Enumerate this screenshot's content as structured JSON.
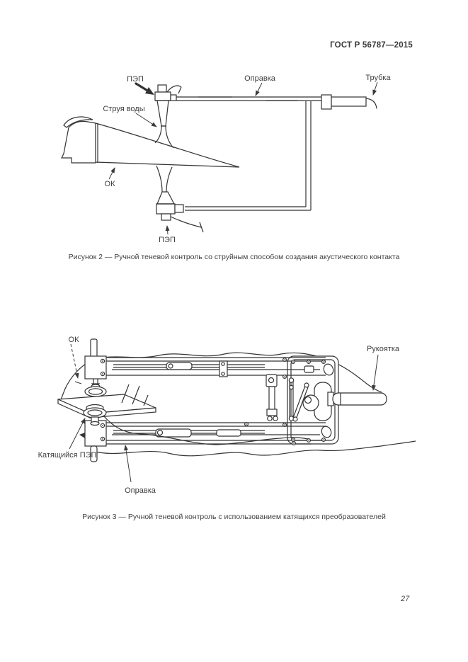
{
  "document": {
    "header": "ГОСТ Р 56787—2015",
    "page_number": "27"
  },
  "figure2": {
    "caption": "Рисунок 2 — Ручной теневой контроль со струйным способом создания акустического контакта",
    "labels": {
      "pep_top": "ПЭП",
      "water_jet": "Струя воды",
      "mandrel": "Оправка",
      "tube": "Трубка",
      "test_object": "ОК",
      "pep_bottom": "ПЭП"
    }
  },
  "figure3": {
    "caption": "Рисунок 3 — Ручной теневой контроль с использованием катящихся преобразователей",
    "labels": {
      "test_object": "ОК",
      "handle": "Рукоятка",
      "rolling_pep": "Катящийся ПЭП",
      "mandrel": "Оправка"
    }
  },
  "colors": {
    "ink": "#333333",
    "paper": "#ffffff"
  }
}
